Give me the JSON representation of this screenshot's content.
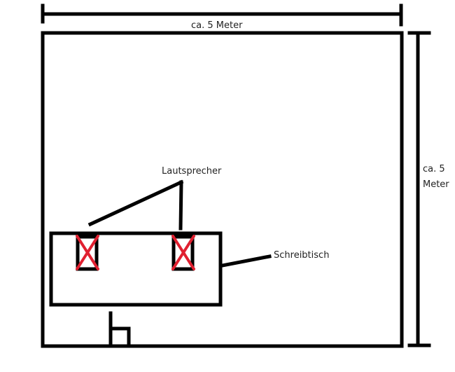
{
  "labels": {
    "width_dimension": "ca. 5 Meter",
    "height_dimension_line1": "ca. 5",
    "height_dimension_line2": "Meter",
    "speakers": "Lautsprecher",
    "desk": "Schreibtisch"
  },
  "colors": {
    "line": "#000000",
    "speaker_mark": "#e02030"
  }
}
